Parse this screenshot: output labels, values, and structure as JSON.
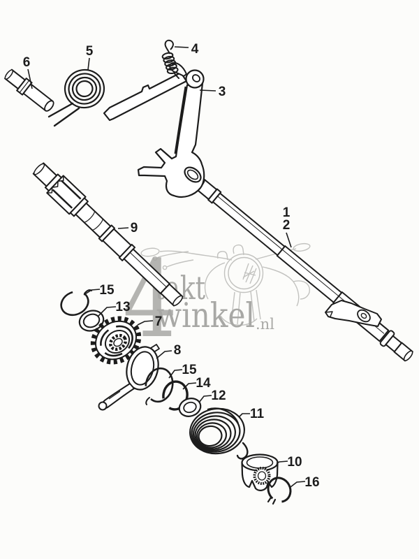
{
  "diagram": {
    "callouts": [
      "6",
      "5",
      "4",
      "3",
      "9",
      "1",
      "2",
      "15",
      "13",
      "7",
      "8",
      "15",
      "14",
      "12",
      "11",
      "10",
      "16"
    ]
  },
  "watermark": {
    "numeral": "4",
    "word_top": "takt",
    "word_bottom": "winkel",
    "suffix": ".nl"
  },
  "colors": {
    "ink": "#1c1c1c",
    "paper": "#fcfcfa",
    "watermark_text": "#a8a8a5",
    "watermark_sketch": "#bcbcb9"
  }
}
